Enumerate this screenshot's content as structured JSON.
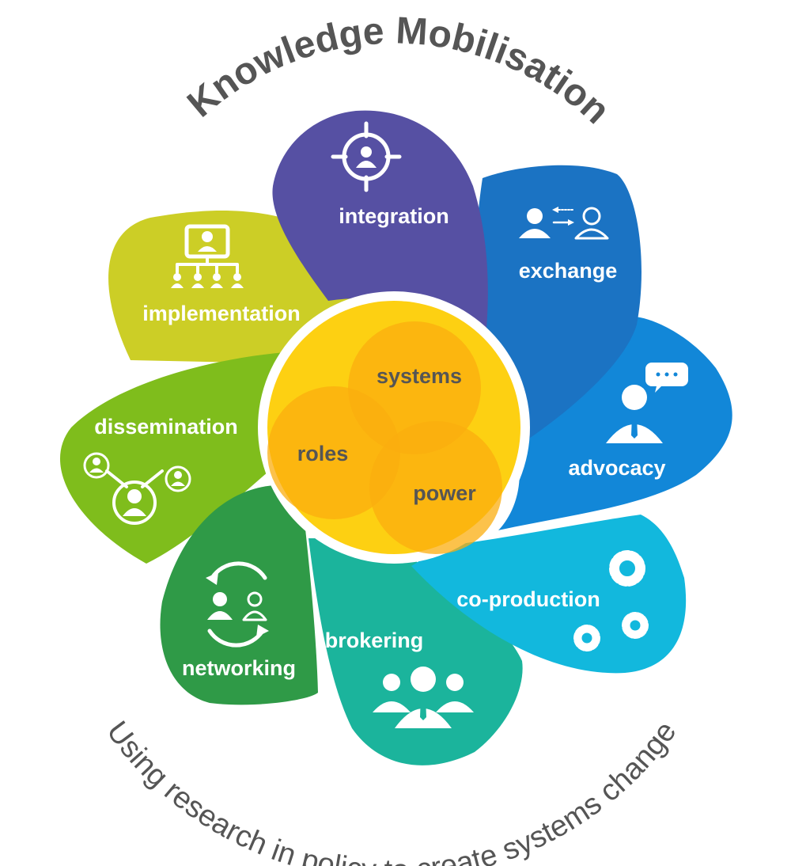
{
  "title": "Knowledge Mobilisation",
  "subtitle": "Using research in policy to create systems change",
  "core": {
    "circles": [
      "systems",
      "roles",
      "power"
    ]
  },
  "petals": [
    {
      "label": "integration",
      "color": "#5650a3",
      "icon": "target-person-icon"
    },
    {
      "label": "exchange",
      "color": "#1b73c3",
      "icon": "person-exchange-icon"
    },
    {
      "label": "advocacy",
      "color": "#1287d8",
      "icon": "speaking-person-icon"
    },
    {
      "label": "co-production",
      "color": "#12b8dd",
      "icon": "gears-icon"
    },
    {
      "label": "brokering",
      "color": "#1bb49c",
      "icon": "group-icon"
    },
    {
      "label": "networking",
      "color": "#2f9a47",
      "icon": "cycle-people-icon"
    },
    {
      "label": "dissemination",
      "color": "#7fbd1c",
      "icon": "network-people-icon"
    },
    {
      "label": "implementation",
      "color": "#ccce26",
      "icon": "hierarchy-screen-icon"
    }
  ],
  "colors": {
    "title_text": "#555555",
    "core_outer": "#fdd012",
    "core_ring": "#ffffff",
    "core_circle": "#fbae0f"
  }
}
